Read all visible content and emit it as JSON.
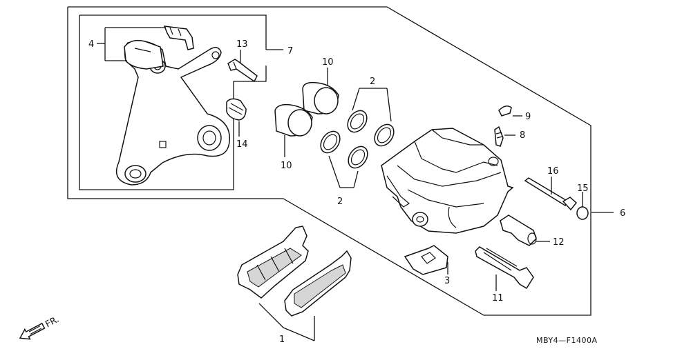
{
  "diagram": {
    "part_labels": [
      "1",
      "2",
      "2",
      "3",
      "4",
      "6",
      "7",
      "8",
      "9",
      "10",
      "10",
      "11",
      "12",
      "13",
      "14",
      "15",
      "16"
    ],
    "direction_label": "FR.",
    "drawing_code": "MBY4—F1400A"
  }
}
